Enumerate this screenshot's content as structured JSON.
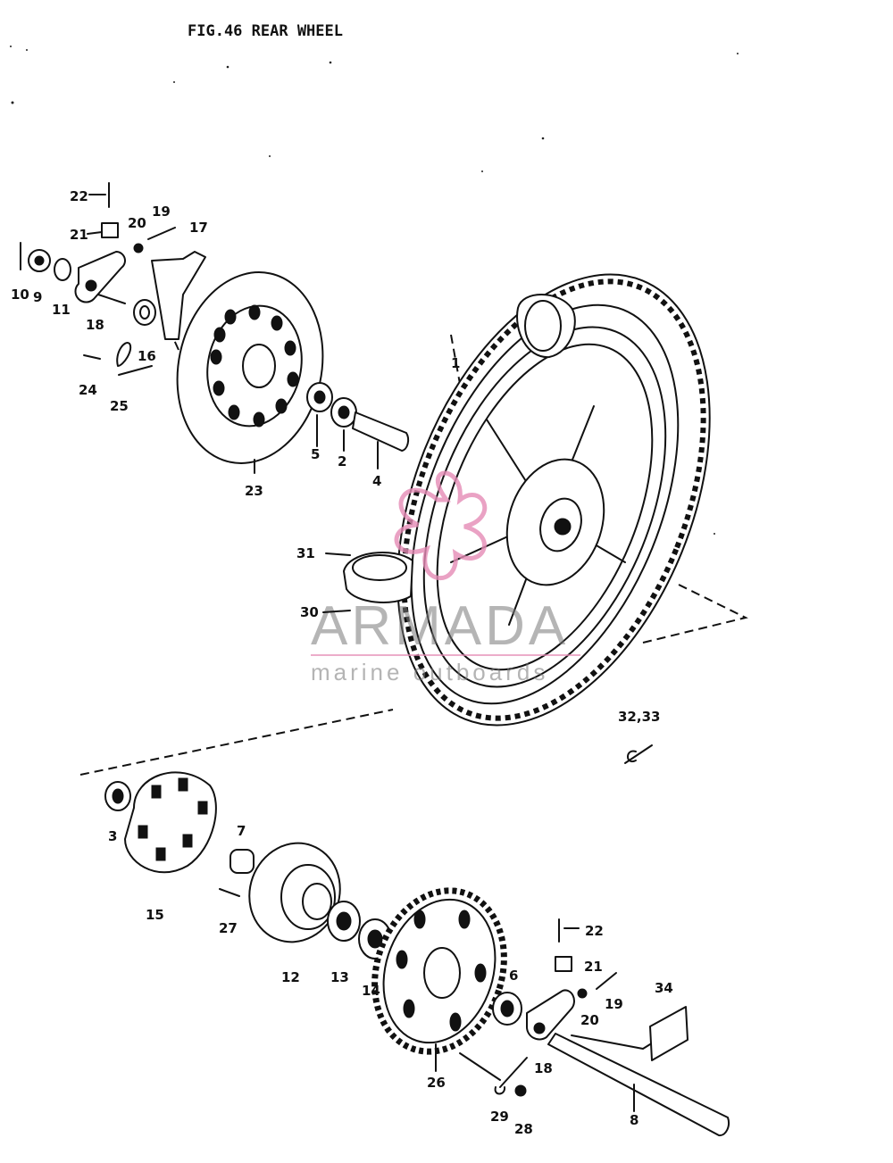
{
  "title": "FIG.46  REAR WHEEL",
  "watermark": {
    "brand": "ARMADA",
    "tagline": "marine outboards",
    "color": "#e58bb5"
  },
  "parts": [
    {
      "id": "p1",
      "text": "1"
    },
    {
      "id": "p2",
      "text": "2"
    },
    {
      "id": "p3",
      "text": "3"
    },
    {
      "id": "p4",
      "text": "4"
    },
    {
      "id": "p5",
      "text": "5"
    },
    {
      "id": "p6",
      "text": "6"
    },
    {
      "id": "p7",
      "text": "7"
    },
    {
      "id": "p8",
      "text": "8"
    },
    {
      "id": "p9",
      "text": "9"
    },
    {
      "id": "p10",
      "text": "10"
    },
    {
      "id": "p11",
      "text": "11"
    },
    {
      "id": "p12",
      "text": "12"
    },
    {
      "id": "p13",
      "text": "13"
    },
    {
      "id": "p14",
      "text": "14"
    },
    {
      "id": "p15",
      "text": "15"
    },
    {
      "id": "p16",
      "text": "16"
    },
    {
      "id": "p17",
      "text": "17"
    },
    {
      "id": "p18a",
      "text": "18"
    },
    {
      "id": "p18b",
      "text": "18"
    },
    {
      "id": "p19a",
      "text": "19"
    },
    {
      "id": "p19b",
      "text": "19"
    },
    {
      "id": "p20a",
      "text": "20"
    },
    {
      "id": "p20b",
      "text": "20"
    },
    {
      "id": "p21a",
      "text": "21"
    },
    {
      "id": "p21b",
      "text": "21"
    },
    {
      "id": "p22a",
      "text": "22"
    },
    {
      "id": "p22b",
      "text": "22"
    },
    {
      "id": "p23",
      "text": "23"
    },
    {
      "id": "p24",
      "text": "24"
    },
    {
      "id": "p25",
      "text": "25"
    },
    {
      "id": "p26",
      "text": "26"
    },
    {
      "id": "p27",
      "text": "27"
    },
    {
      "id": "p28",
      "text": "28"
    },
    {
      "id": "p29",
      "text": "29"
    },
    {
      "id": "p30",
      "text": "30"
    },
    {
      "id": "p31",
      "text": "31"
    },
    {
      "id": "p3233",
      "text": "32,33"
    },
    {
      "id": "p34",
      "text": "34"
    }
  ]
}
